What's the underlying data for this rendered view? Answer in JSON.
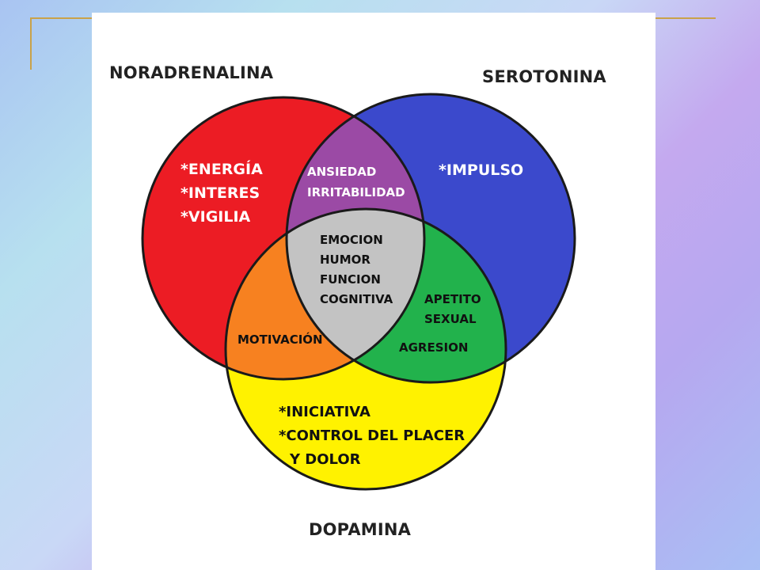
{
  "colors": {
    "noradrenalina": "#ec1c24",
    "serotonina": "#3b49cc",
    "dopamina": "#fff200",
    "noradrenalina_serotonina": "#9b4aa5",
    "noradrenalina_dopamina": "#f78120",
    "serotonina_dopamina": "#22b24c",
    "center": "#c3c3c3",
    "outline": "#1a1a1a"
  },
  "diagram": {
    "labels": {
      "noradrenalina": "NORADRENALINA",
      "serotonina": "SEROTONINA",
      "dopamina": "DOPAMINA"
    },
    "regions": {
      "noradrenalina": [
        "*ENERGÍA",
        "*INTERES",
        "*VIGILIA"
      ],
      "serotonina": [
        "*IMPULSO"
      ],
      "dopamina": [
        "*INICIATIVA",
        "*CONTROL DEL PLACER",
        "Y DOLOR"
      ],
      "noradrenalina_serotonina": [
        "ANSIEDAD",
        "IRRITABILIDAD"
      ],
      "noradrenalina_dopamina": [
        "MOTIVACIÓN"
      ],
      "serotonina_dopamina": [
        "APETITO",
        "SEXUAL",
        "AGRESION"
      ],
      "center": [
        "EMOCION",
        "HUMOR",
        "FUNCION",
        "COGNITIVA"
      ]
    }
  }
}
